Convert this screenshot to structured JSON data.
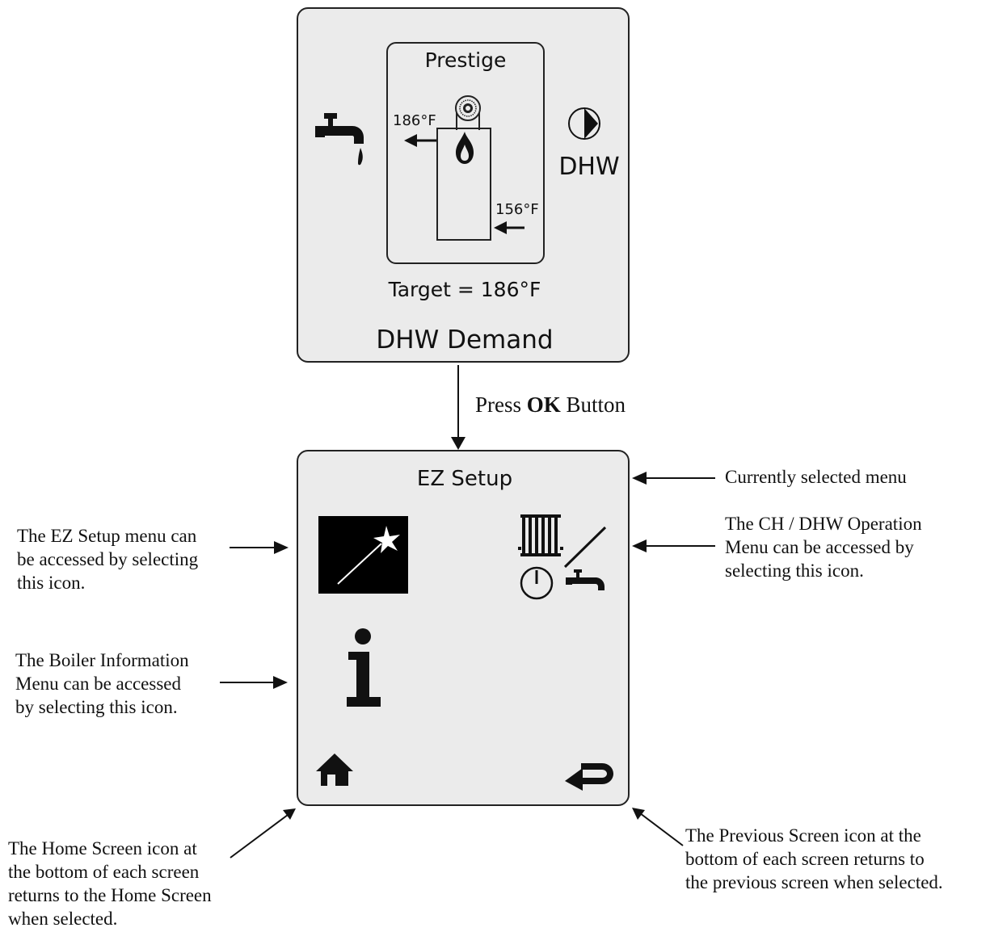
{
  "top_screen": {
    "brand": "Prestige",
    "outlet_temp": "186°F",
    "inlet_temp": "156°F",
    "mode_label": "DHW",
    "target_label": "Target = 186°F",
    "status": "DHW Demand",
    "icons": [
      "faucet-icon",
      "burner-fan-icon",
      "flame-icon",
      "pump-icon"
    ]
  },
  "transition": {
    "pre": "Press ",
    "key": "OK",
    "post": " Button"
  },
  "menu_screen": {
    "title": "EZ Setup",
    "icons": [
      "magic-wand-icon",
      "ch-dhw-operation-icon",
      "info-icon",
      "home-icon",
      "back-icon"
    ]
  },
  "annotations": {
    "currently_selected": "Currently selected menu",
    "ez_setup": [
      "The EZ Setup menu can",
      "be accessed by selecting",
      "this icon."
    ],
    "ch_dhw": [
      "The CH / DHW Operation",
      "Menu can be accessed by",
      "selecting this icon."
    ],
    "boiler_info": [
      "The Boiler Information",
      "Menu can be accessed",
      "by selecting this icon."
    ],
    "home": [
      "The Home Screen icon at",
      "the bottom of each screen",
      "returns to the Home Screen",
      "when selected."
    ],
    "previous": [
      "The Previous Screen icon at the",
      "bottom of each screen returns to",
      "the previous screen when selected."
    ]
  },
  "colors": {
    "panel_bg": "#ebebeb",
    "ink": "#111111"
  }
}
